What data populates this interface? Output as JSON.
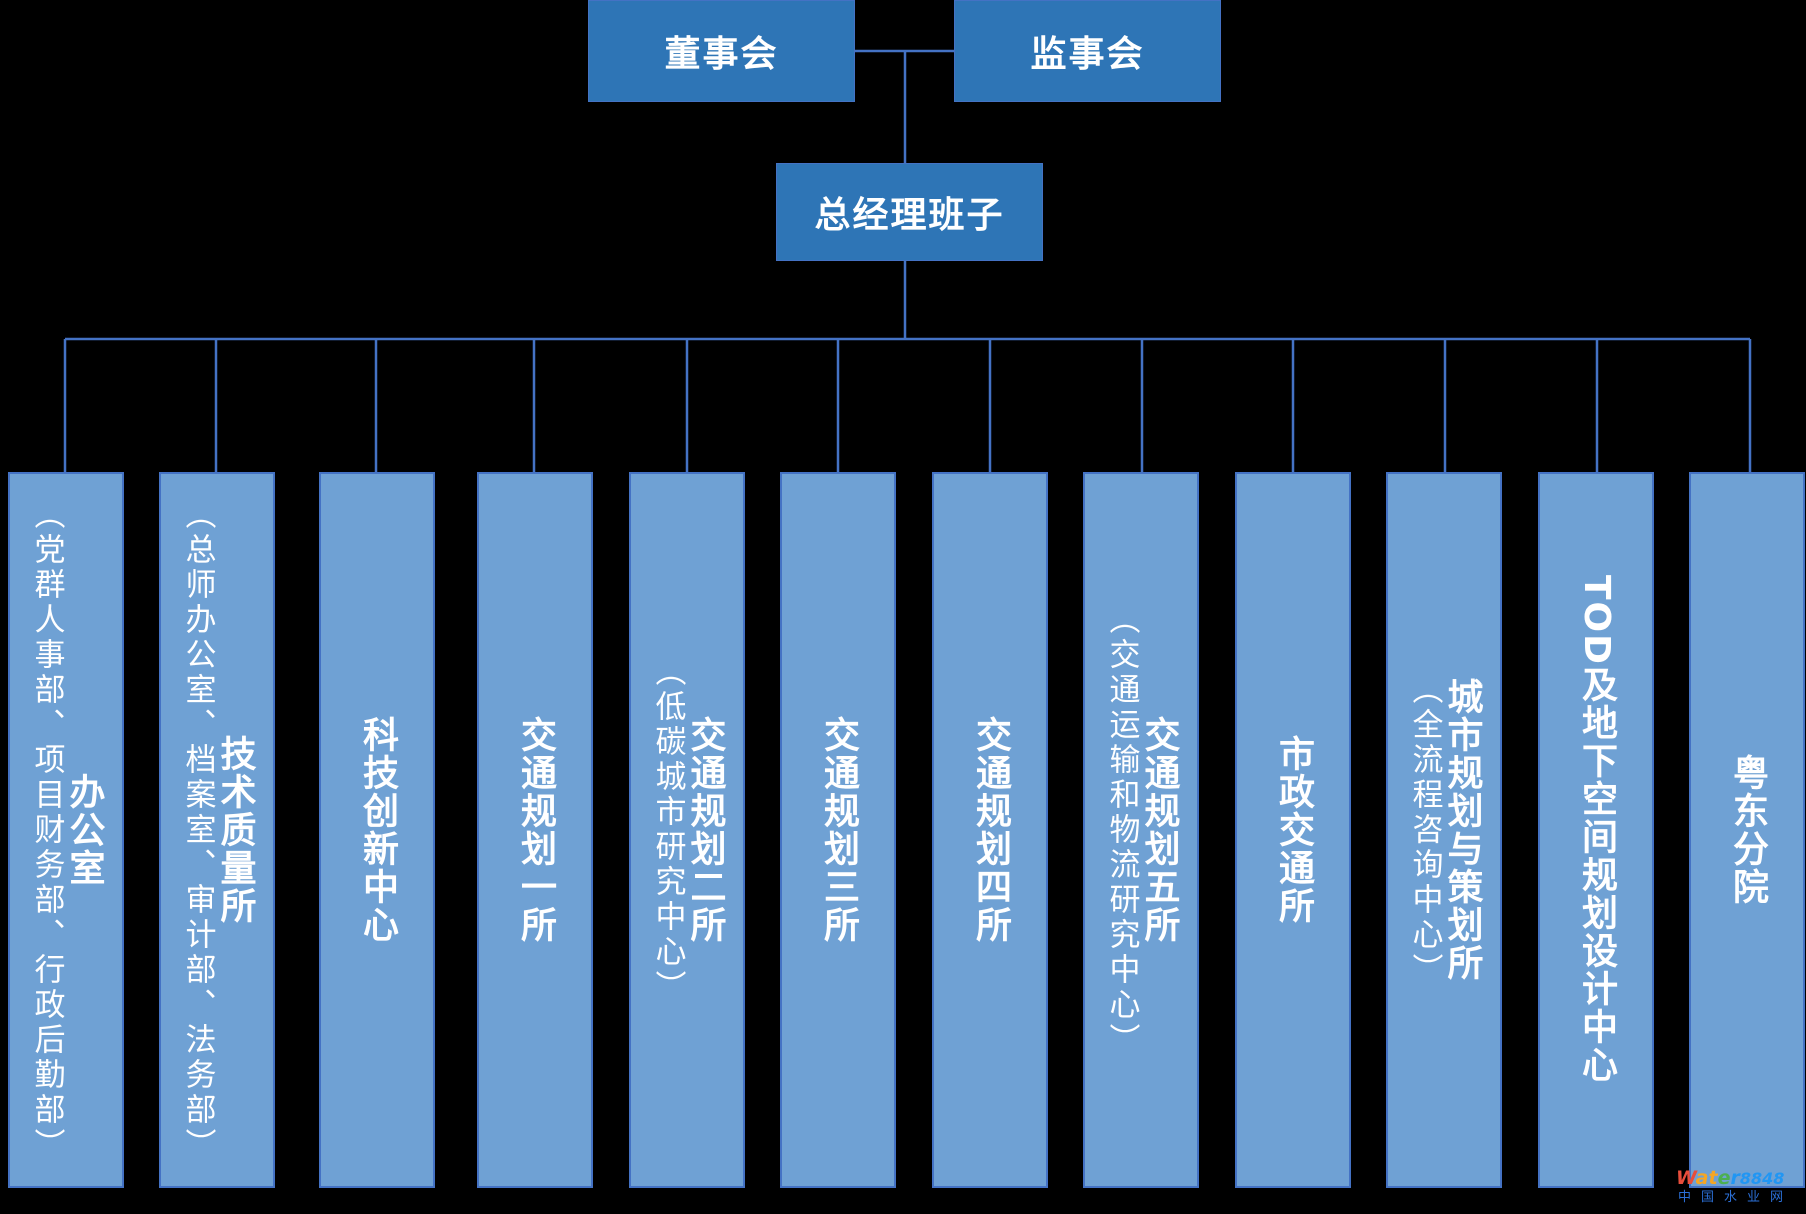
{
  "diagram": {
    "board": "董事会",
    "supervisors": "监事会",
    "management": "总经理班子",
    "departments": [
      {
        "main": "办公室",
        "sub": "（党群人事部、项目财务部、行政后勤部）"
      },
      {
        "main": "技术质量所",
        "sub": "（总师办公室、档案室、审计部、法务部）"
      },
      {
        "main": "科技创新中心",
        "sub": ""
      },
      {
        "main": "交通规划一所",
        "sub": ""
      },
      {
        "main": "交通规划二所",
        "sub": "（低碳城市研究中心）"
      },
      {
        "main": "交通规划三所",
        "sub": ""
      },
      {
        "main": "交通规划四所",
        "sub": ""
      },
      {
        "main": "交通规划五所",
        "sub": "（交通运输和物流研究中心）"
      },
      {
        "main": "市政交通所",
        "sub": ""
      },
      {
        "main": "城市规划与策划所",
        "sub": "（全流程咨询中心）"
      },
      {
        "main": "TOD及地下空间规划设计中心",
        "sub": ""
      },
      {
        "main": "粤东分院",
        "sub": ""
      }
    ]
  },
  "watermark": {
    "brand_1": "W",
    "brand_2": "at",
    "brand_3": "e",
    "brand_4": "r",
    "brand_num": "8848",
    "subtitle": "中国水业网"
  },
  "colors": {
    "background": "#000000",
    "top_box": "#2e75b6",
    "department_box": "#6fa1d4",
    "connector": "#4472c4"
  }
}
